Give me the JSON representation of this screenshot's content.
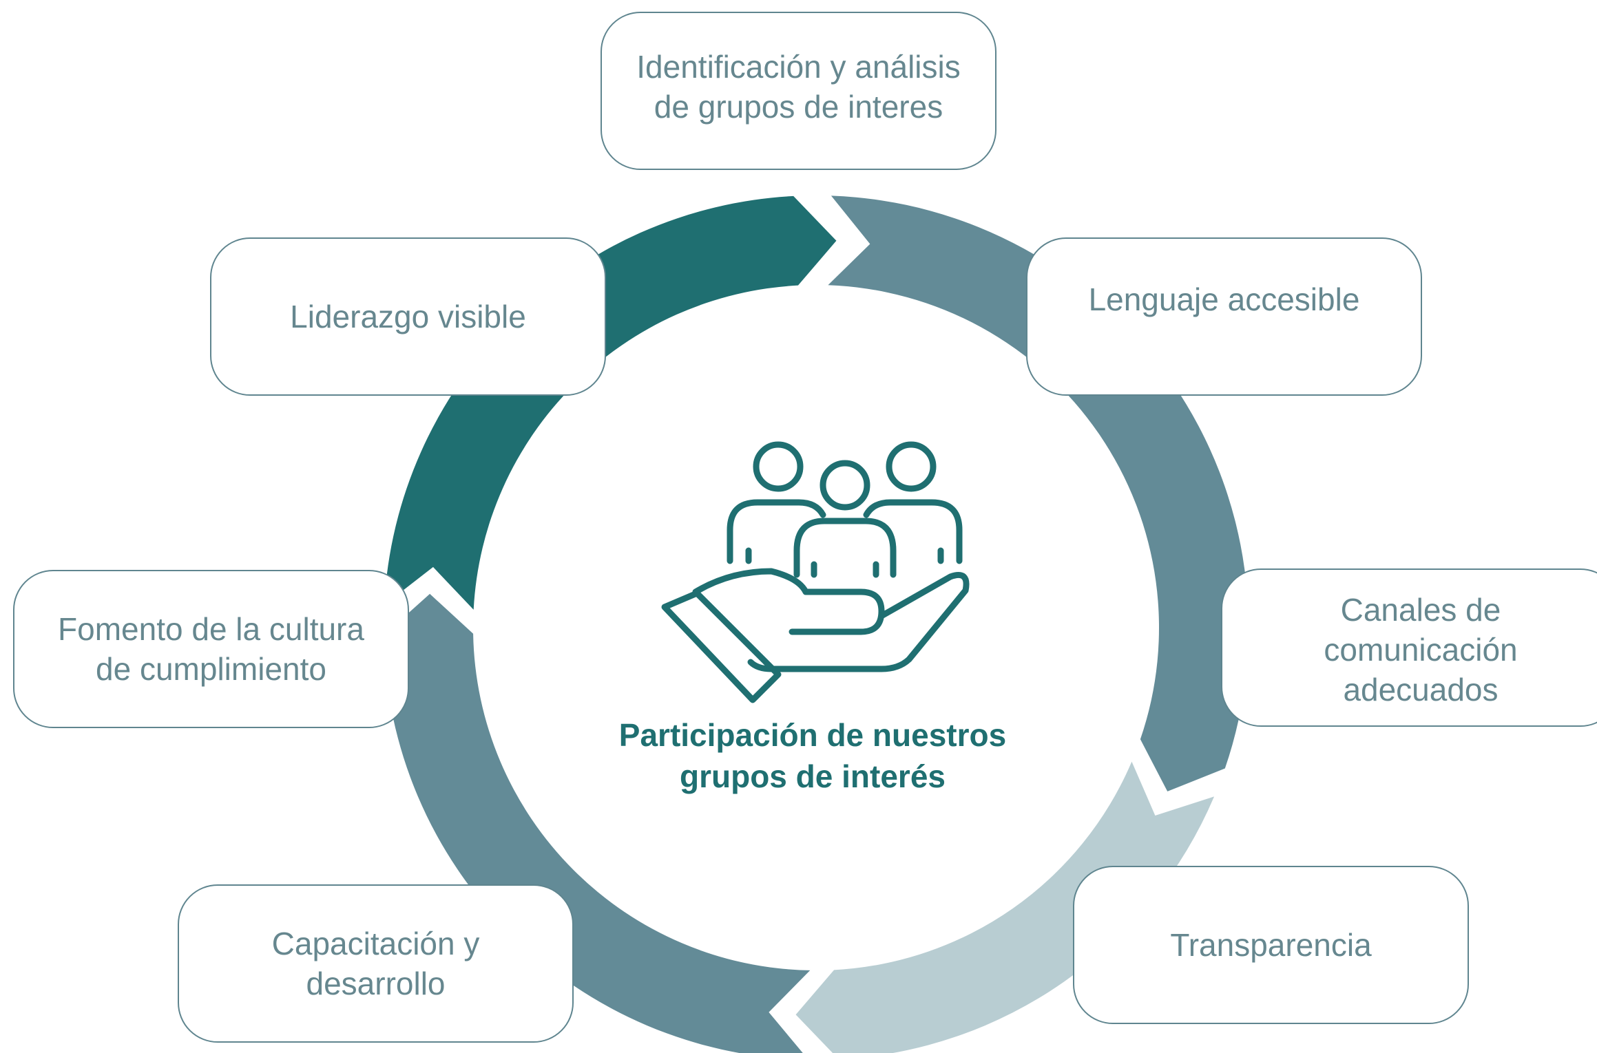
{
  "diagram": {
    "center_title": "Participación de nuestros\ngrupos de interés",
    "center_icon": "people-in-hand-icon",
    "colors": {
      "dark_teal": "#1f6f71",
      "mid_slate": "#638b97",
      "light_slate": "#b8cdd2",
      "box_border": "#5f858f",
      "box_text": "#66878f"
    },
    "items": [
      "Identificación y análisis\nde grupos de interes",
      "Lenguaje accesible",
      "Canales de\ncomunicación\nadecuados",
      "Transparencia",
      "Capacitación y\ndesarrollo",
      "Fomento de la cultura\nde cumplimiento",
      "Liderazgo visible"
    ]
  }
}
